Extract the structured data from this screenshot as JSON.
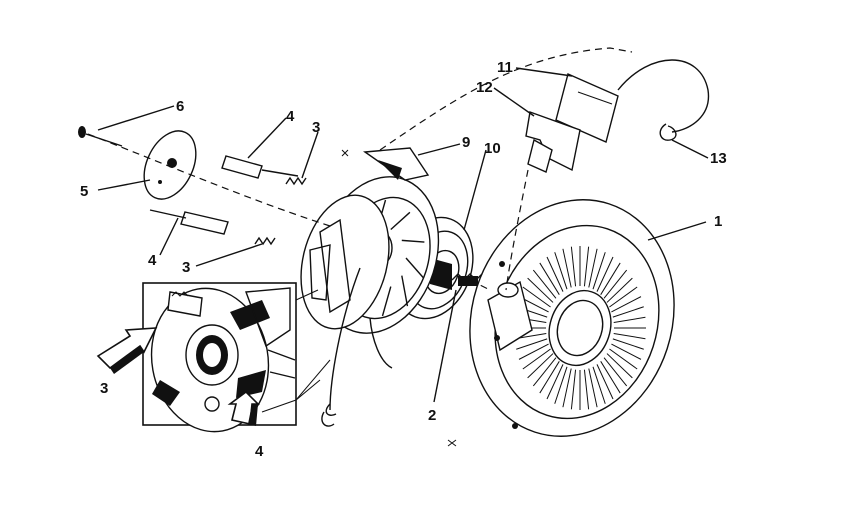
{
  "labels": {
    "l1": "1",
    "l2": "2",
    "l3a": "3",
    "l3b": "3",
    "l3c": "3",
    "l4a": "4",
    "l4b": "4",
    "l4c": "4",
    "l5": "5",
    "l6": "6",
    "l9": "9",
    "l10": "10",
    "l11": "11",
    "l12": "12",
    "l13": "13"
  }
}
